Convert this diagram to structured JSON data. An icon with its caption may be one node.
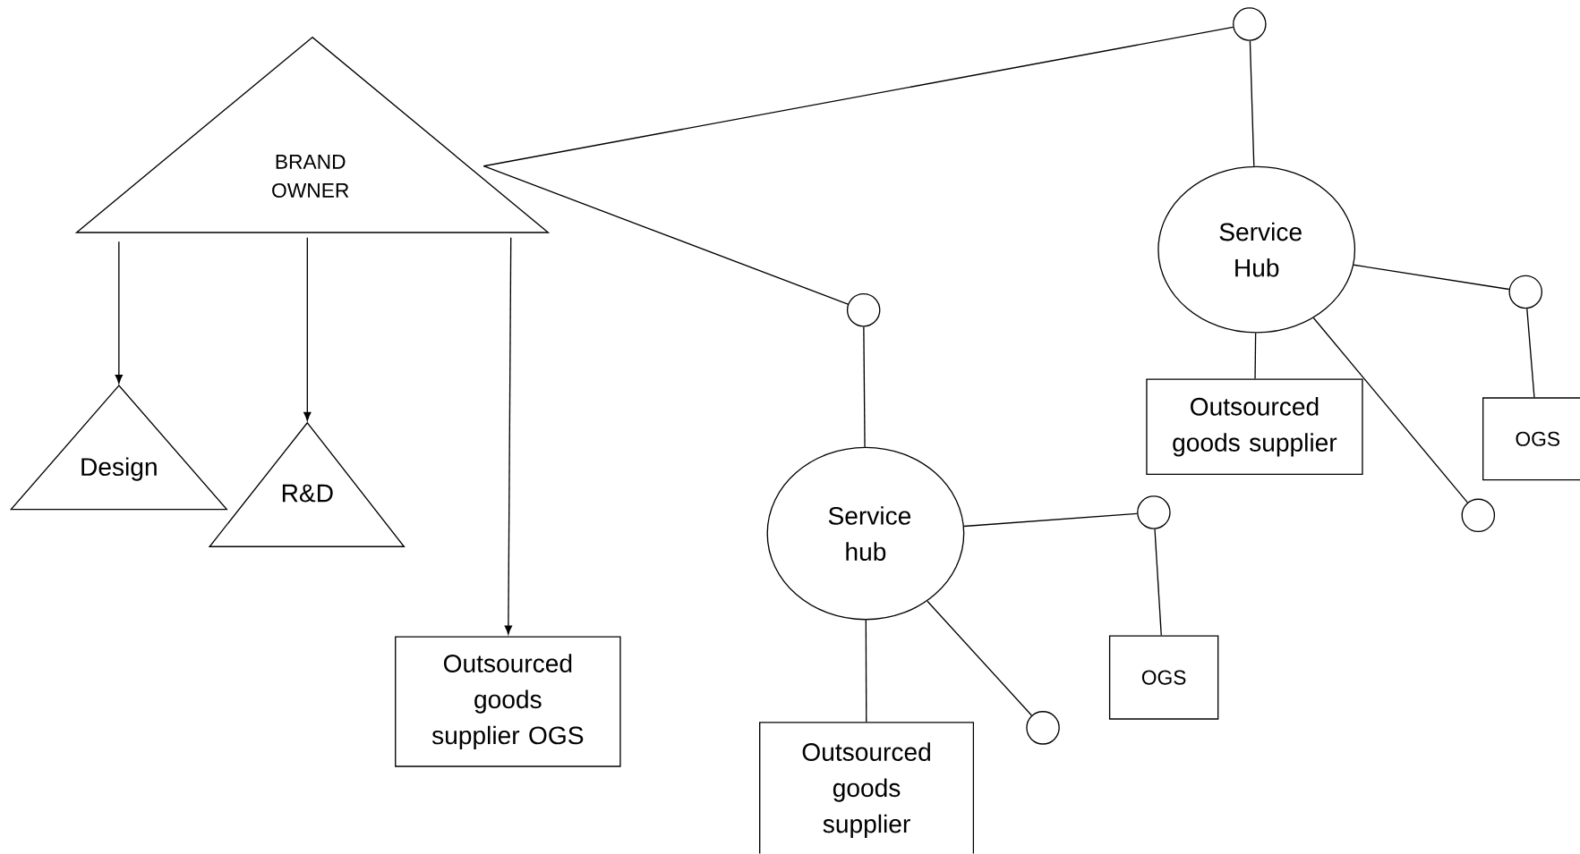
{
  "diagram": {
    "nodes": [
      {
        "text": [
          "BRAND OWNER"
        ]
      },
      {
        "text": [
          "Design"
        ]
      },
      {
        "text": [
          "R&D"
        ]
      },
      {
        "text": [
          "Outsourced goods supplier OGS"
        ]
      },
      {
        "text": [],
        "shape": "circle"
      },
      {
        "text": [
          "Service hub"
        ]
      },
      {
        "text": [],
        "shape": "circle"
      },
      {
        "text": [
          "Service Hub"
        ]
      },
      {
        "text": [
          "Outsourced goods supplier"
        ]
      },
      {
        "text": [],
        "shape": "circle"
      },
      {
        "text": [
          "OGS"
        ]
      },
      {
        "text": [],
        "shape": "circle"
      },
      {
        "text": [
          "Outsourced goods supplier"
        ]
      },
      {
        "text": [],
        "shape": "circle"
      },
      {
        "text": [
          "OGS"
        ]
      },
      {
        "text": [],
        "shape": "circle"
      }
    ],
    "edges": [
      {
        "from": 0,
        "to": 1,
        "arrow": "to"
      },
      {
        "from": 0,
        "to": 2,
        "arrow": "to"
      },
      {
        "from": 0,
        "to": 3,
        "arrow": "to"
      },
      {
        "from": 0,
        "to": 6,
        "arrow": "none"
      },
      {
        "from": 0,
        "to": 4,
        "arrow": "none"
      },
      {
        "from": 4,
        "to": 5,
        "arrow": "none"
      },
      {
        "from": 6,
        "to": 7,
        "arrow": "none"
      },
      {
        "from": 5,
        "to": 9,
        "arrow": "none"
      },
      {
        "from": 5,
        "to": 11,
        "arrow": "none"
      },
      {
        "from": 5,
        "to": 8,
        "arrow": "none"
      },
      {
        "from": 9,
        "to": 10,
        "arrow": "none"
      },
      {
        "from": 7,
        "to": 13,
        "arrow": "none"
      },
      {
        "from": 7,
        "to": 15,
        "arrow": "none"
      },
      {
        "from": 7,
        "to": 12,
        "arrow": "none"
      },
      {
        "from": 13,
        "to": 14,
        "arrow": "none"
      }
    ]
  }
}
